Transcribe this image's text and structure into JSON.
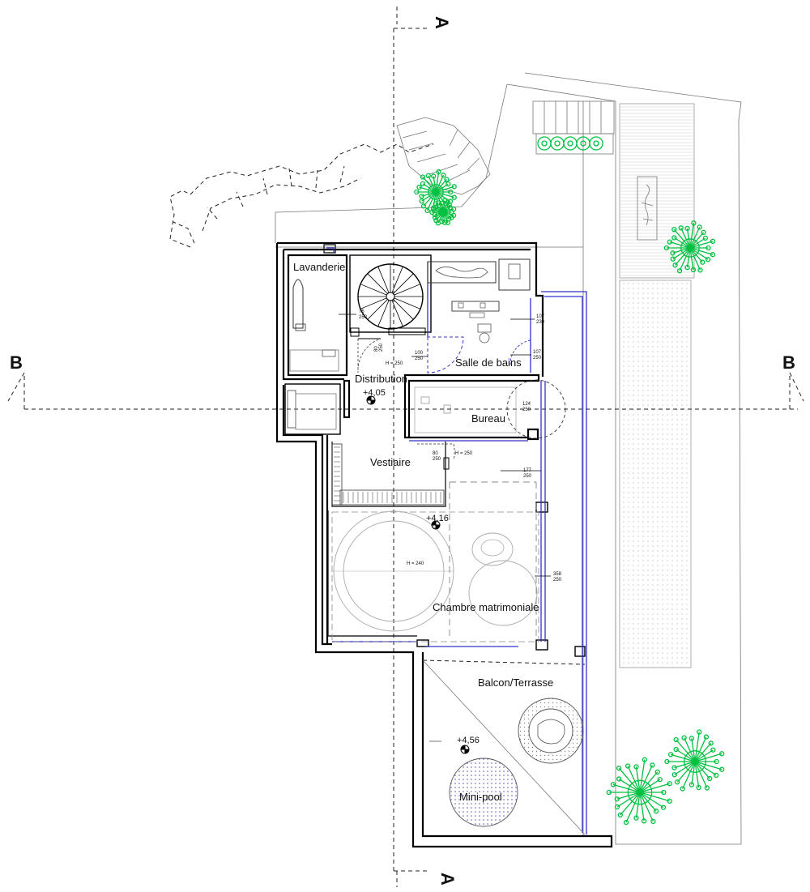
{
  "section_markers": {
    "top": "A",
    "bottom": "A",
    "left": "B",
    "right": "B"
  },
  "rooms": {
    "laundry": "Lavanderie",
    "bathroom": "Salle de bains",
    "distribution": "Distribution",
    "office": "Bureau",
    "dressing": "Vestiaire",
    "bedroom": "Chambre matrimoniale",
    "terrace": "Balcon/Terrasse",
    "pool": "Mini-pool"
  },
  "levels": {
    "distribution": "+4,05",
    "bedroom": "+4,16",
    "terrace": "+4,56"
  },
  "ceiling_heights": {
    "distribution": "H = 250",
    "dressing": "H = 250",
    "bedroom": "H = 240"
  },
  "door_dimensions": {
    "laundry": [
      "75",
      "250"
    ],
    "distribution": [
      "80",
      "250"
    ],
    "bathroom_left": [
      "100",
      "250"
    ],
    "bathroom_right_top": [
      "107",
      "230"
    ],
    "bathroom_right_bottom": [
      "107",
      "250"
    ],
    "office": [
      "124",
      "250"
    ],
    "dressing": [
      "80",
      "250"
    ],
    "bedroom_upper": [
      "177",
      "250"
    ],
    "bedroom_lower": [
      "358",
      "250"
    ]
  },
  "colors": {
    "walls": "#000000",
    "windows": "#3333cc",
    "trees": "#00c040",
    "grid": "#aaaaaa"
  }
}
